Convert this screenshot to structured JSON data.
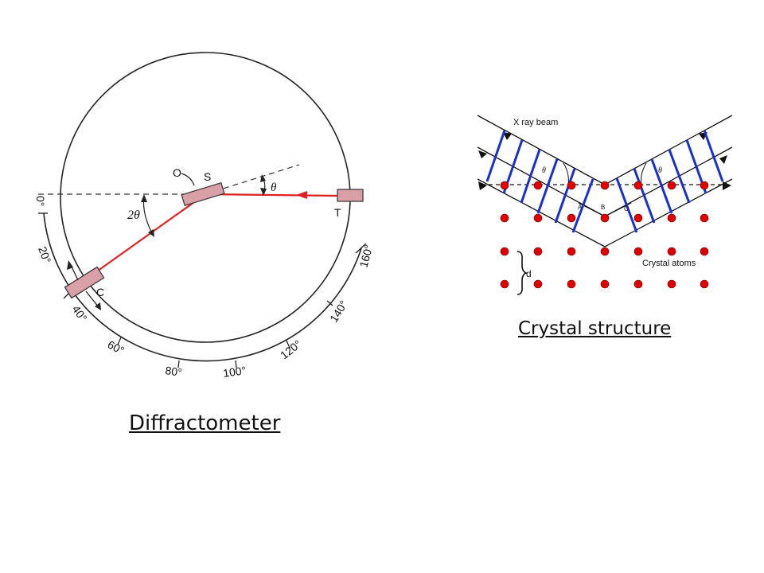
{
  "diffractometer": {
    "caption": "Diffractometer",
    "labels": {
      "o": "O",
      "s": "S",
      "t": "T",
      "c": "C",
      "theta": "θ",
      "two_theta": "2θ"
    },
    "scale_ticks": [
      "0°",
      "20°",
      "40°",
      "60°",
      "80°",
      "100°",
      "120°",
      "140°",
      "160°"
    ],
    "beam_color": "#e02020",
    "component_color": "#d9a0a8"
  },
  "crystal": {
    "caption": "Crystal structure",
    "labels": {
      "beam": "X ray beam",
      "theta_in": "θ",
      "theta_out": "θ",
      "a": "A",
      "b": "B",
      "c": "C",
      "atoms": "Crystal atoms",
      "d": "d"
    },
    "atom_color": "#e00000",
    "wavefront_color": "#1a2fd0"
  }
}
